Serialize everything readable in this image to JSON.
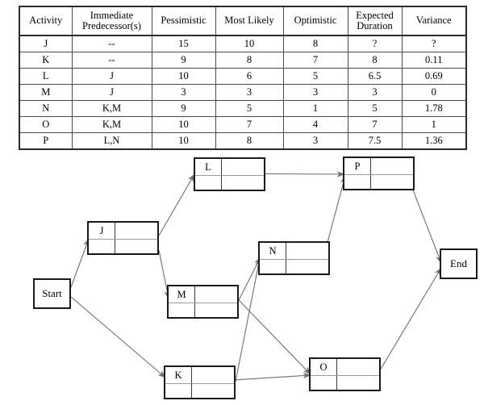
{
  "table": {
    "name": "pert-activity-table",
    "headers": [
      "Activity",
      "Immediate Predecessor(s)",
      "Pessimistic",
      "Most Likely",
      "Optimistic",
      "Expected Duration",
      "Variance"
    ],
    "header_lines": {
      "activity": "Activity",
      "pred_line1": "Immediate",
      "pred_line2": "Predecessor(s)",
      "pessimistic": "Pessimistic",
      "most_likely": "Most Likely",
      "optimistic": "Optimistic",
      "exp_line1": "Expected",
      "exp_line2": "Duration",
      "variance": "Variance"
    },
    "rows": [
      {
        "activity": "J",
        "predecessors": "--",
        "pessimistic": "15",
        "most_likely": "10",
        "optimistic": "8",
        "expected_duration": "?",
        "variance": "?"
      },
      {
        "activity": "K",
        "predecessors": "--",
        "pessimistic": "9",
        "most_likely": "8",
        "optimistic": "7",
        "expected_duration": "8",
        "variance": "0.11"
      },
      {
        "activity": "L",
        "predecessors": "J",
        "pessimistic": "10",
        "most_likely": "6",
        "optimistic": "5",
        "expected_duration": "6.5",
        "variance": "0.69"
      },
      {
        "activity": "M",
        "predecessors": "J",
        "pessimistic": "3",
        "most_likely": "3",
        "optimistic": "3",
        "expected_duration": "3",
        "variance": "0"
      },
      {
        "activity": "N",
        "predecessors": "K,M",
        "pessimistic": "9",
        "most_likely": "5",
        "optimistic": "1",
        "expected_duration": "5",
        "variance": "1.78"
      },
      {
        "activity": "O",
        "predecessors": "K,M",
        "pessimistic": "10",
        "most_likely": "7",
        "optimistic": "4",
        "expected_duration": "7",
        "variance": "1"
      },
      {
        "activity": "P",
        "predecessors": "L,N",
        "pessimistic": "10",
        "most_likely": "8",
        "optimistic": "3",
        "expected_duration": "7.5",
        "variance": "1.36"
      }
    ]
  },
  "network": {
    "name": "project-network-diagram",
    "nodes": [
      {
        "id": "Start",
        "label": "Start",
        "kind": "terminal"
      },
      {
        "id": "J",
        "label": "J",
        "kind": "activity"
      },
      {
        "id": "K",
        "label": "K",
        "kind": "activity"
      },
      {
        "id": "L",
        "label": "L",
        "kind": "activity"
      },
      {
        "id": "M",
        "label": "M",
        "kind": "activity"
      },
      {
        "id": "N",
        "label": "N",
        "kind": "activity"
      },
      {
        "id": "O",
        "label": "O",
        "kind": "activity"
      },
      {
        "id": "P",
        "label": "P",
        "kind": "activity"
      },
      {
        "id": "End",
        "label": "End",
        "kind": "terminal"
      }
    ],
    "edges": [
      {
        "from": "Start",
        "to": "J"
      },
      {
        "from": "Start",
        "to": "K"
      },
      {
        "from": "J",
        "to": "L"
      },
      {
        "from": "J",
        "to": "M"
      },
      {
        "from": "L",
        "to": "P"
      },
      {
        "from": "M",
        "to": "N"
      },
      {
        "from": "M",
        "to": "O"
      },
      {
        "from": "K",
        "to": "N"
      },
      {
        "from": "K",
        "to": "O"
      },
      {
        "from": "N",
        "to": "P"
      },
      {
        "from": "P",
        "to": "End"
      },
      {
        "from": "O",
        "to": "End"
      }
    ]
  },
  "colors": {
    "node_border": "#1a1a1a",
    "edge": "#6e6e6e",
    "table_border": "#2b2b2b",
    "background": "#ffffff"
  },
  "chart_data": {
    "type": "table",
    "title": "PERT Activity Table and Project Network Diagram",
    "columns": [
      "Activity",
      "Immediate Predecessor(s)",
      "Pessimistic",
      "Most Likely",
      "Optimistic",
      "Expected Duration",
      "Variance"
    ],
    "rows": [
      [
        "J",
        "--",
        "15",
        "10",
        "8",
        "?",
        "?"
      ],
      [
        "K",
        "--",
        "9",
        "8",
        "7",
        "8",
        "0.11"
      ],
      [
        "L",
        "J",
        "10",
        "6",
        "5",
        "6.5",
        "0.69"
      ],
      [
        "M",
        "J",
        "3",
        "3",
        "3",
        "3",
        "0"
      ],
      [
        "N",
        "K,M",
        "9",
        "5",
        "1",
        "5",
        "1.78"
      ],
      [
        "O",
        "K,M",
        "10",
        "7",
        "4",
        "7",
        "1"
      ],
      [
        "P",
        "L,N",
        "10",
        "8",
        "3",
        "7.5",
        "1.36"
      ]
    ],
    "network": {
      "nodes": [
        "Start",
        "J",
        "K",
        "L",
        "M",
        "N",
        "O",
        "P",
        "End"
      ],
      "edges": [
        [
          "Start",
          "J"
        ],
        [
          "Start",
          "K"
        ],
        [
          "J",
          "L"
        ],
        [
          "J",
          "M"
        ],
        [
          "L",
          "P"
        ],
        [
          "M",
          "N"
        ],
        [
          "M",
          "O"
        ],
        [
          "K",
          "N"
        ],
        [
          "K",
          "O"
        ],
        [
          "N",
          "P"
        ],
        [
          "P",
          "End"
        ],
        [
          "O",
          "End"
        ]
      ]
    }
  }
}
